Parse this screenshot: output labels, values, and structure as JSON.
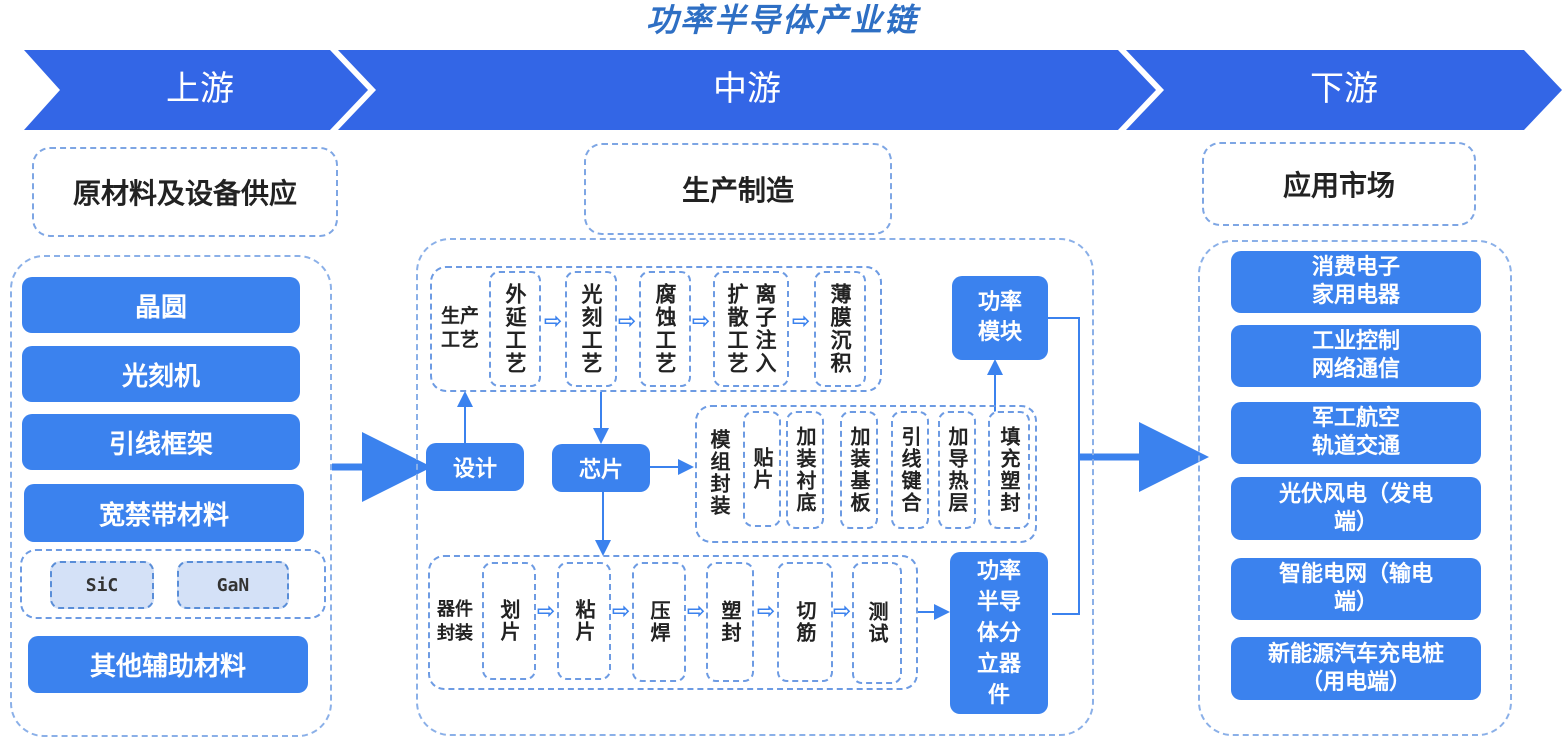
{
  "title": "功率半导体产业链",
  "colors": {
    "accent": "#3b82ee",
    "chevron": "#3366e6",
    "title": "#2e6fc4",
    "dash": "#7ea6e4",
    "chip": "#d4e1f7"
  },
  "stages": [
    {
      "label": "上游"
    },
    {
      "label": "中游"
    },
    {
      "label": "下游"
    }
  ],
  "upstream": {
    "header": "原材料及设备供应",
    "items": [
      "晶圆",
      "光刻机",
      "引线框架",
      "宽禁带材料"
    ],
    "wide_bandgap": [
      "SiC",
      "GaN"
    ],
    "last_item": "其他辅助材料"
  },
  "midstream": {
    "header": "生产制造",
    "process": {
      "label": "生产工艺",
      "steps": [
        "外延工艺",
        "光刻工艺",
        "腐蚀工艺"
      ],
      "diffusion": {
        "col1": "扩散工艺",
        "col2": "离子注入"
      },
      "last_step": "薄膜沉积"
    },
    "design": "设计",
    "chip": "芯片",
    "module_packaging": {
      "label": "模组封装",
      "steps": [
        "贴片",
        "加装衬底",
        "加装基板",
        "引线键合",
        "加导热层",
        "填充塑封"
      ]
    },
    "device_packaging": {
      "label": "器件封装",
      "steps": [
        "划片",
        "粘片",
        "压焊",
        "塑封",
        "切筋",
        "测试"
      ]
    },
    "power_module": "功率模块",
    "discrete": "功率半导体分立器件",
    "arrow_glyph": "⇨"
  },
  "downstream": {
    "header": "应用市场",
    "items": [
      "消费电子\n家用电器",
      "工业控制\n网络通信",
      "军工航空\n轨道交通",
      "光伏风电（发电\n端）",
      "智能电网（输电\n端）",
      "新能源汽车充电桩\n（用电端）"
    ]
  }
}
